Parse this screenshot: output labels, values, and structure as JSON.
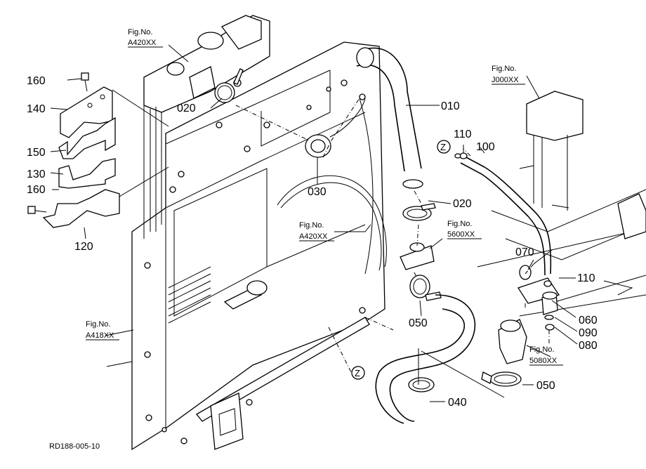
{
  "parts": {
    "p010": "010",
    "p020a": "020",
    "p020b": "020",
    "p030": "030",
    "p040": "040",
    "p050a": "050",
    "p050b": "050",
    "p060": "060",
    "p070": "070",
    "p080": "080",
    "p090": "090",
    "p100": "100",
    "p110a": "110",
    "p110b": "110",
    "p120": "120",
    "p130": "130",
    "p140": "140",
    "p150": "150",
    "p160a": "160",
    "p160b": "160"
  },
  "figrefs": {
    "fig_label": "Fig.No.",
    "a420_top": "A420XX",
    "a420_mid": "A420XX",
    "a418": "A418XX",
    "j000": "J000XX",
    "s5600": "5600XX",
    "s5080": "5080XX"
  },
  "markers": {
    "z1": "Z",
    "z2": "Z"
  },
  "drawing_code": "RD188-005-10"
}
